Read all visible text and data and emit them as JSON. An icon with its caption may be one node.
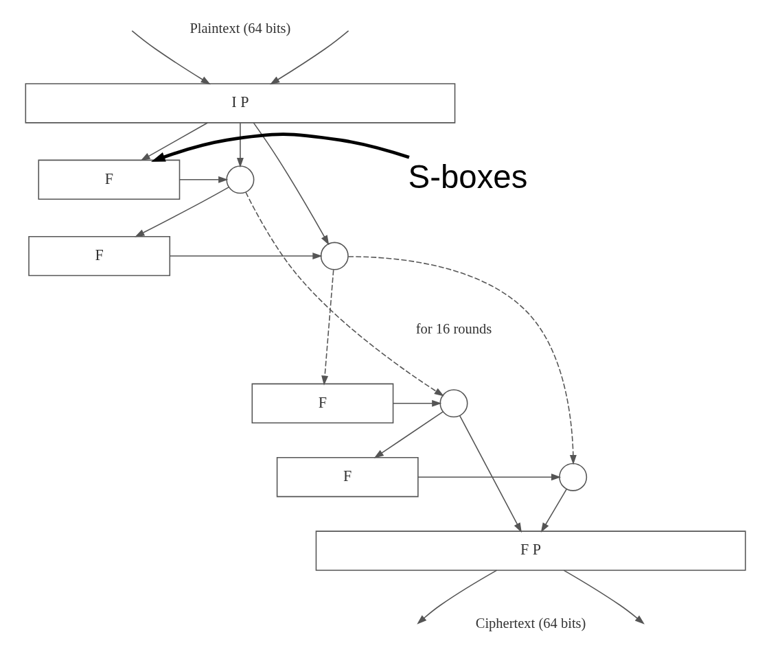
{
  "diagram": {
    "nodes": [
      {
        "text": [
          "I P"
        ]
      },
      {
        "text": [],
        "shape": "circle"
      },
      {
        "text": [
          "F"
        ]
      },
      {
        "text": [],
        "shape": "circle"
      },
      {
        "text": [
          "F"
        ]
      },
      {
        "text": [],
        "shape": "circle"
      },
      {
        "text": [
          "F"
        ]
      },
      {
        "text": [],
        "shape": "circle"
      },
      {
        "text": [
          "F"
        ]
      },
      {
        "text": [
          "F P"
        ]
      },
      {
        "text": [
          "S-boxes"
        ]
      }
    ],
    "edges": [
      {
        "from": null,
        "to": 0,
        "arrow": "to"
      },
      {
        "from": null,
        "to": 0,
        "arrow": "to"
      },
      {
        "from": 0,
        "to": 1,
        "arrow": "to"
      },
      {
        "from": 0,
        "to": 2,
        "arrow": "to"
      },
      {
        "from": 2,
        "to": 1,
        "arrow": "to"
      },
      {
        "from": 0,
        "to": 3,
        "arrow": "to"
      },
      {
        "from": 1,
        "to": 4,
        "arrow": "to"
      },
      {
        "from": 4,
        "to": 3,
        "arrow": "to"
      },
      {
        "from": 1,
        "to": 5,
        "arrow": "to",
        "style": "dashed"
      },
      {
        "from": 3,
        "to": 6,
        "arrow": "to",
        "style": "dashed"
      },
      {
        "from": 6,
        "to": 5,
        "arrow": "to"
      },
      {
        "from": 3,
        "to": 7,
        "arrow": "to",
        "style": "dashed"
      },
      {
        "from": 5,
        "to": 8,
        "arrow": "to"
      },
      {
        "from": 8,
        "to": 7,
        "arrow": "to"
      },
      {
        "from": 7,
        "to": 9,
        "arrow": "to"
      },
      {
        "from": 5,
        "to": 9,
        "arrow": "to"
      },
      {
        "from": 9,
        "to": null,
        "arrow": "to"
      },
      {
        "from": 9,
        "to": null,
        "arrow": "to"
      },
      {
        "from": 10,
        "to": 2,
        "arrow": "to",
        "style": "thick",
        "color": "#000000"
      }
    ],
    "labels": [
      "Plaintext (64 bits)",
      "for 16 rounds",
      "Ciphertext (64 bits)"
    ]
  }
}
